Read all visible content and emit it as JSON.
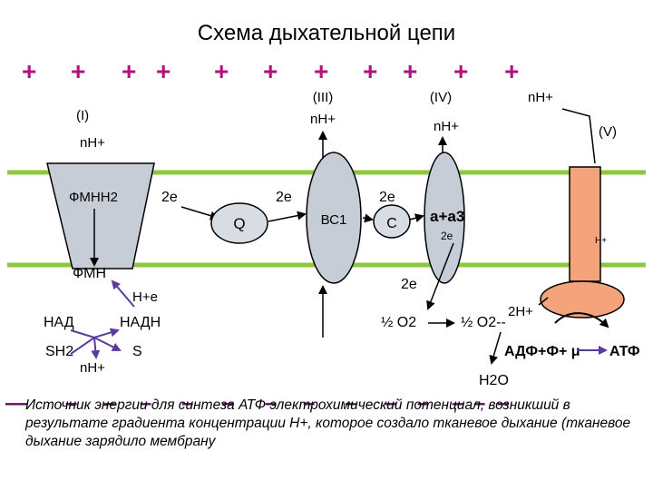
{
  "title": "Схема дыхательной цепи",
  "plus_signs": [
    "+",
    "+",
    "+",
    "+",
    "+",
    "+",
    "+",
    "+",
    "+",
    "+",
    "+"
  ],
  "minus_signs": [
    "—",
    "–",
    "–",
    "–",
    "–",
    "–",
    "–",
    "–",
    "–",
    "–",
    "–",
    "–",
    "–",
    "–"
  ],
  "complexes": {
    "c1": {
      "label": "(I)",
      "proton": "nН+",
      "top": "ФМНН2",
      "bottom": "ФМН"
    },
    "c3": {
      "label": "(III)",
      "proton": "nН+",
      "inner": "ВС1"
    },
    "c4": {
      "label": "(IV)",
      "proton": "nН+",
      "inner": "a+a3",
      "electrons": "2e"
    },
    "c5": {
      "label": "(V)",
      "proton": "nН+",
      "inner": "Н+"
    }
  },
  "carriers": {
    "q": "Q",
    "c": "C"
  },
  "electrons": {
    "e1": "2e",
    "e2": "2e",
    "e3": "2e",
    "e4": "2e"
  },
  "matrix": {
    "he": "Н+е",
    "nad": "НАД",
    "nadh": "НАДН",
    "sh2": "SН2",
    "s": "S",
    "nh": "nН+",
    "half_o2": "½ О2",
    "half_o2_minus": "½ О2--",
    "two_h": "2Н+",
    "adp": "АДФ+Ф+ μ",
    "atp": "АТФ",
    "h2o": "Н2О"
  },
  "caption": "Источник энергии для синтеза АТФ электрохимический потенциал, возникший в результате градиента концентрации Н+, которое создало тканевое дыхание (тканевое дыхание зарядило мембрану",
  "colors": {
    "membrane": "#8dc63f",
    "protein": "#c7cdd6",
    "carrier": "#d8dde4",
    "atpase": "#f4a37a",
    "plus": "#b0147a",
    "minus": "#5a0f5e",
    "arrow_purple": "#5b3a9e"
  }
}
